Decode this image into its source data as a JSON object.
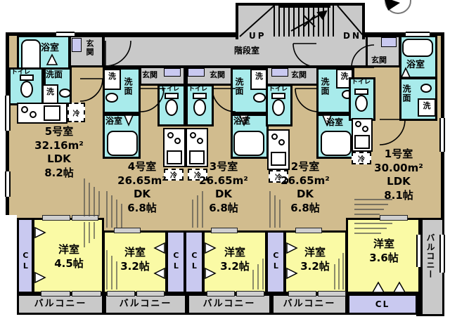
{
  "plan": {
    "stairwell_label": "階段室",
    "up_label": "UP",
    "down_label": "DN"
  },
  "labels": {
    "entrance": "玄関",
    "bathroom": "浴室",
    "toilet": "トイレ",
    "washroom": "洗面",
    "washer": "洗",
    "fridge": "冷",
    "closet": "CL",
    "balcony": "バルコニー"
  },
  "legend_colors": {
    "dk_ldk": "#d1bc8e",
    "western_room": "#fafaa5",
    "wet_area": "#a8ebeb",
    "common_area": "#c9c9c9",
    "closet": "#c9c9f0",
    "wall": "#000000"
  },
  "units": [
    {
      "name": "1号室",
      "area": "30.00m²",
      "layout": "LDK",
      "layout_size": "8.1帖",
      "bedroom_label": "洋室",
      "bedroom_size": "3.6帖"
    },
    {
      "name": "2号室",
      "area": "26.65m²",
      "layout": "DK",
      "layout_size": "6.8帖",
      "bedroom_label": "洋室",
      "bedroom_size": "3.2帖"
    },
    {
      "name": "3号室",
      "area": "26.65m²",
      "layout": "DK",
      "layout_size": "6.8帖",
      "bedroom_label": "洋室",
      "bedroom_size": "3.2帖"
    },
    {
      "name": "4号室",
      "area": "26.65m²",
      "layout": "DK",
      "layout_size": "6.8帖",
      "bedroom_label": "洋室",
      "bedroom_size": "3.2帖"
    },
    {
      "name": "5号室",
      "area": "32.16m²",
      "layout": "LDK",
      "layout_size": "8.2帖",
      "bedroom_label": "洋室",
      "bedroom_size": "4.5帖"
    }
  ]
}
